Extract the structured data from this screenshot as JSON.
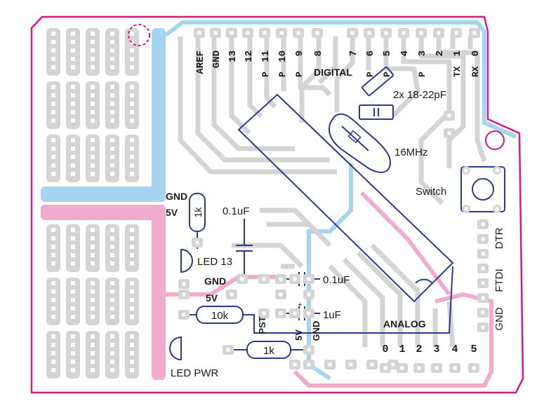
{
  "header_pins": [
    "AREF",
    "GND",
    "13",
    "12",
    "11",
    "10",
    "9",
    "8",
    "7",
    "6",
    "5",
    "4",
    "3",
    "2",
    "1",
    "0"
  ],
  "header_pin_sublabels": [
    "",
    "",
    "",
    "",
    "P",
    "P",
    "P",
    "",
    "",
    "P",
    "P",
    "",
    "P",
    "",
    "TX",
    "RX"
  ],
  "digital_label": "DIGITAL",
  "analog_label": "ANALOG",
  "analog_pins": [
    "0",
    "1",
    "2",
    "3",
    "4",
    "5"
  ],
  "components": {
    "caps_22pf": "2x 18-22pF",
    "crystal": "16MHz",
    "switch": "Switch",
    "gnd_left": "GND",
    "v5_left": "5V",
    "res_1k_top": "1k",
    "cap_01uf_left": "0.1uF",
    "led13": "LED 13",
    "gnd_mid": "GND",
    "v5_mid": "5V",
    "res_10k": "10k",
    "pst": "PST",
    "cap_01uf_right": "0.1uF",
    "cap_1uf": "1uF",
    "v5_vert": "5V",
    "gnd_vert": "GND",
    "res_1k_bottom": "1k",
    "led_pwr": "LED PWR",
    "dtr": "DTR",
    "ftdi": "FTDI",
    "gnd_right": "GND",
    "polarity": "+"
  },
  "colors": {
    "board_outline": "#d6188a",
    "pad_gray": "#d4d4d4",
    "rail_blue": "#a6d6ef",
    "rail_pink": "#efaccd",
    "outline_navy": "#2b3a8c"
  }
}
